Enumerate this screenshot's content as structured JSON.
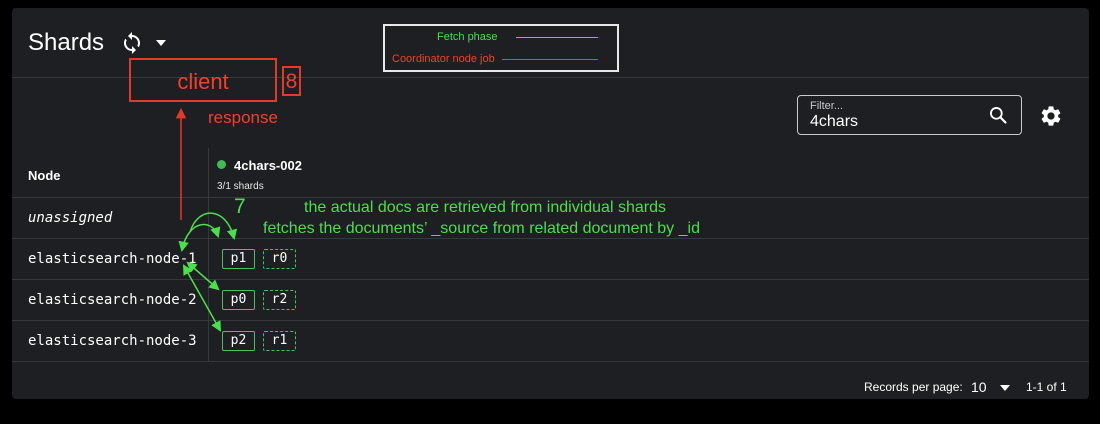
{
  "header": {
    "title": "Shards",
    "refresh_icon": "refresh-icon",
    "dropdown_icon": "chevron-down-icon"
  },
  "legend": {
    "fetch_label": "Fetch phase",
    "fetch_color": "#4dde4d",
    "coordinator_label": "Coordinator node job",
    "coordinator_color": "#f0402e"
  },
  "annotations": {
    "client_label": "client",
    "step_client": "8",
    "response_label": "response",
    "step_fetch": "7",
    "fetch_line1": "the actual docs are retrieved from individual shards",
    "fetch_line2": "fetches the documents’ _source from related document by _id"
  },
  "filter": {
    "placeholder": "Filter...",
    "value": "4chars",
    "search_icon": "search-icon"
  },
  "settings_icon": "gear-icon",
  "table": {
    "node_header": "Node",
    "index": {
      "name": "4chars-002",
      "status_color": "#42b856",
      "shards_summary": "3/1 shards"
    },
    "rows": [
      {
        "node": "unassigned",
        "shards": []
      },
      {
        "node": "elasticsearch-node-1",
        "shards": [
          "p1",
          "r0"
        ]
      },
      {
        "node": "elasticsearch-node-2",
        "shards": [
          "p0",
          "r2"
        ]
      },
      {
        "node": "elasticsearch-node-3",
        "shards": [
          "p2",
          "r1"
        ]
      }
    ]
  },
  "pagination": {
    "records_label": "Records per page:",
    "records_value": "10",
    "range": "1-1 of 1"
  }
}
